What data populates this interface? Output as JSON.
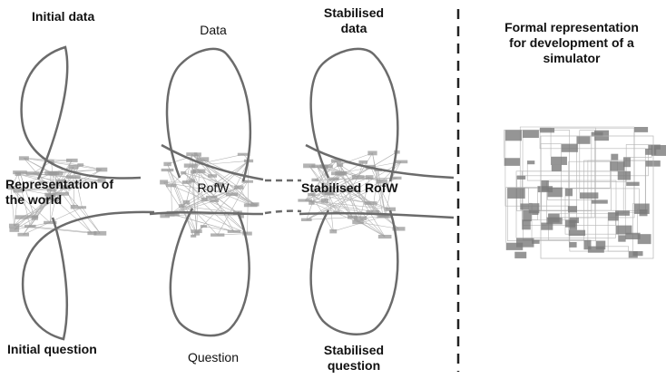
{
  "labels": {
    "initial_data": "Initial data",
    "data": "Data",
    "stabilised_data": "Stabilised data",
    "representation_of_world": "Representation of the world",
    "rofw": "RofW",
    "stabilised_rofw": "Stabilised RofW",
    "initial_question": "Initial question",
    "question": "Question",
    "stabilised_question": "Stabilised question",
    "formal_representation": "Formal representation for development of a simulator"
  },
  "colors": {
    "loop_stroke": "#6b6b6b",
    "divider": "#222222",
    "network_node": "#9a9a9a",
    "network_edge": "#b5b5b5",
    "formal_box": "#7a7a7a"
  }
}
